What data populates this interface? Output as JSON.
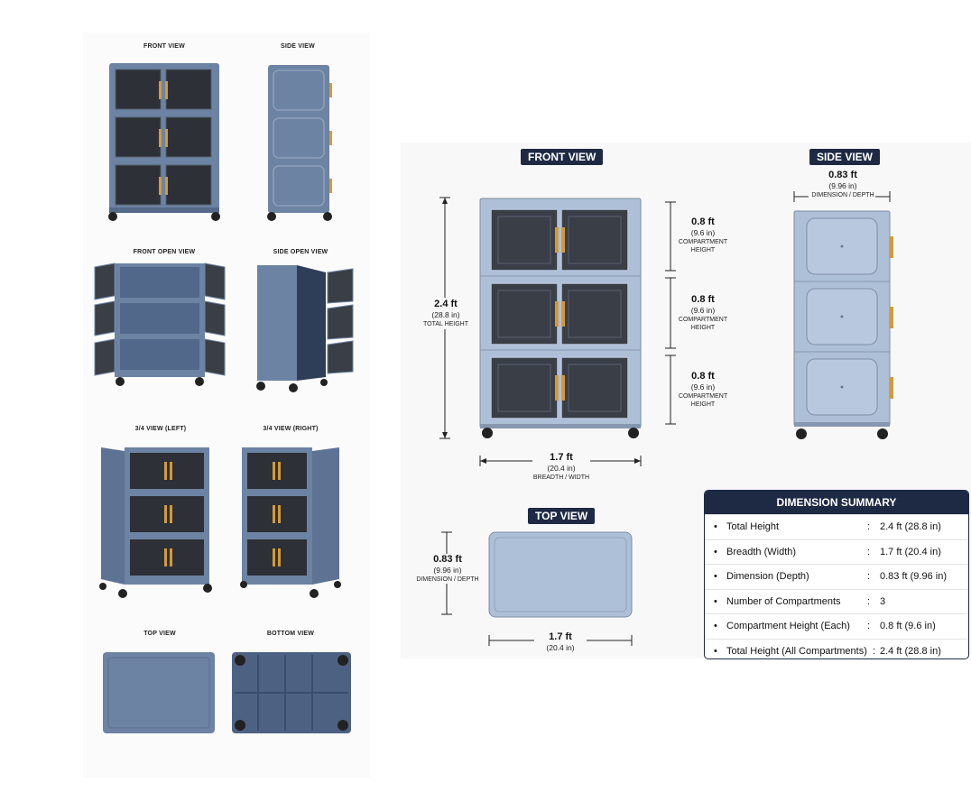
{
  "left_panel": {
    "labels": {
      "front_view": "FRONT VIEW",
      "side_view": "SIDE VIEW",
      "front_open_view": "FRONT OPEN VIEW",
      "side_open_view": "SIDE OPEN VIEW",
      "three_quarter_left": "3/4 VIEW (LEFT)",
      "three_quarter_right": "3/4 VIEW (RIGHT)",
      "top_view": "TOP VIEW",
      "bottom_view": "BOTTOM VIEW"
    }
  },
  "diagram": {
    "front_view_tag": "FRONT VIEW",
    "side_view_tag": "SIDE VIEW",
    "top_view_tag": "TOP VIEW",
    "total_height": {
      "value": "2.4 ft",
      "sub": "(28.8 in)",
      "caption": "TOTAL HEIGHT"
    },
    "compartments": [
      {
        "value": "0.8 ft",
        "sub": "(9.6 in)",
        "caption_1": "COMPARTMENT",
        "caption_2": "HEIGHT"
      },
      {
        "value": "0.8 ft",
        "sub": "(9.6 in)",
        "caption_1": "COMPARTMENT",
        "caption_2": "HEIGHT"
      },
      {
        "value": "0.8 ft",
        "sub": "(9.6 in)",
        "caption_1": "COMPARTMENT",
        "caption_2": "HEIGHT"
      }
    ],
    "breadth": {
      "value": "1.7 ft",
      "sub": "(20.4 in)",
      "caption": "BREADTH / WIDTH"
    },
    "side_depth": {
      "value": "0.83 ft",
      "sub": "(9.96 in)",
      "caption": "DIMENSION / DEPTH"
    },
    "top_depth": {
      "value": "0.83 ft",
      "sub": "(9.96 in)",
      "caption": "DIMENSION / DEPTH"
    },
    "top_width": {
      "value": "1.7 ft",
      "sub": "(20.4 in)"
    }
  },
  "summary": {
    "title": "DIMENSION SUMMARY",
    "rows": [
      {
        "label": "Total Height",
        "value": "2.4 ft (28.8 in)"
      },
      {
        "label": "Breadth (Width)",
        "value": "1.7 ft (20.4 in)"
      },
      {
        "label": "Dimension (Depth)",
        "value": "0.83 ft (9.96 in)"
      },
      {
        "label": "Number of Compartments",
        "value": "3"
      },
      {
        "label": "Compartment Height (Each)",
        "value": "0.8 ft (9.6 in)"
      },
      {
        "label": "Total Height (All Compartments)",
        "value": "2.4 ft (28.8 in)"
      }
    ]
  },
  "colors": {
    "cabinet_blue": "#6d83a3",
    "cabinet_light": "#aebfd8",
    "door_dark": "#2d3036",
    "handle": "#d19a3c",
    "navy": "#1e2a44"
  }
}
